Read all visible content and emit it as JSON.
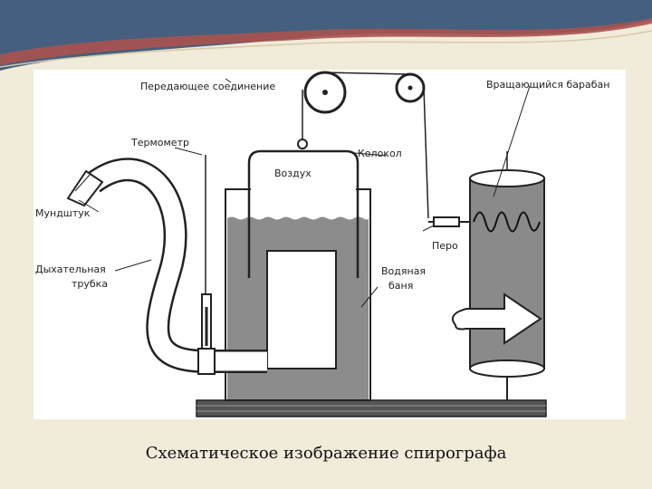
{
  "colors": {
    "page_background": "#f1ebda",
    "header_dark": "#45607e",
    "header_accent": "#a8524f",
    "water": "#8c8c8c",
    "line": "#222222"
  },
  "diagram": {
    "labels": {
      "transmitting_link": "Передающее соединение",
      "rotating_drum": "Вращающийся барабан",
      "thermometer": "Термометр",
      "bell": "Колокол",
      "air": "Воздух",
      "mouthpiece": "Мундштук",
      "pen": "Перо",
      "breathing_tube_line1": "Дыхательная",
      "breathing_tube_line2": "трубка",
      "water_bath_line1": "Водяная",
      "water_bath_line2": "баня"
    }
  },
  "caption": "Схематическое изображение спирографа"
}
